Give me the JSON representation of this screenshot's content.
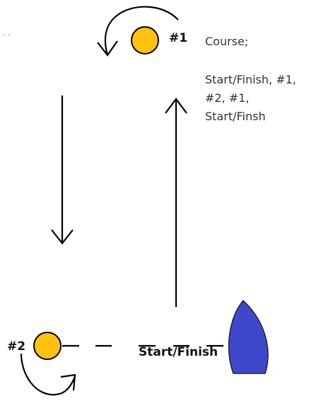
{
  "marks": {
    "mark1_label": "#1",
    "mark2_label": "#2"
  },
  "course": {
    "heading": "Course;",
    "lines": [
      "Start/Finish, #1,",
      "#2, #1,",
      "Start/Finsh"
    ]
  },
  "start_finish_label": "Start/Finish",
  "colors": {
    "buoy": "#FFC20E",
    "boat": "#3F48CC",
    "line": "#000000"
  }
}
